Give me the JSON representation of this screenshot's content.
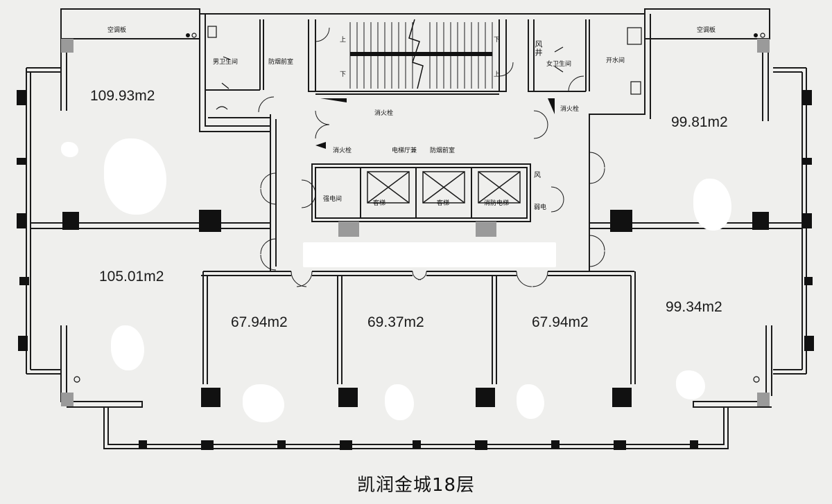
{
  "title": "凯润金城18层",
  "units": {
    "nw": "109.93m2",
    "ne": "99.81m2",
    "w": "105.01m2",
    "se": "99.34m2",
    "s1": "67.94m2",
    "s2": "69.37m2",
    "s3": "67.94m2"
  },
  "rooms": {
    "ac_left": "空调板",
    "ac_right": "空调板",
    "mens_wc": "男卫生间",
    "smoke_front_top": "防烟前室",
    "womens_wc": "女卫生间",
    "vent_shaft": "风井",
    "water_room": "开水间",
    "hydrant_top_left": "消火栓",
    "hydrant_top_right": "消火栓",
    "hydrant_lobby": "消火栓",
    "lobby": "电梯厅兼",
    "lobby_smoke": "防烟前室",
    "strong_power": "强电间",
    "elev_1": "客梯",
    "elev_2": "客梯",
    "elev_3": "消防电梯",
    "wind": "风",
    "weak_power": "弱电"
  },
  "stairs": {
    "up_left": "上",
    "down_left": "下",
    "down_right": "下",
    "up_right": "上"
  },
  "colors": {
    "wall": "#1a1a1a",
    "column": "#111111",
    "gray_block": "#9a9a9a",
    "paper": "#efefed",
    "blot": "#ffffff"
  }
}
